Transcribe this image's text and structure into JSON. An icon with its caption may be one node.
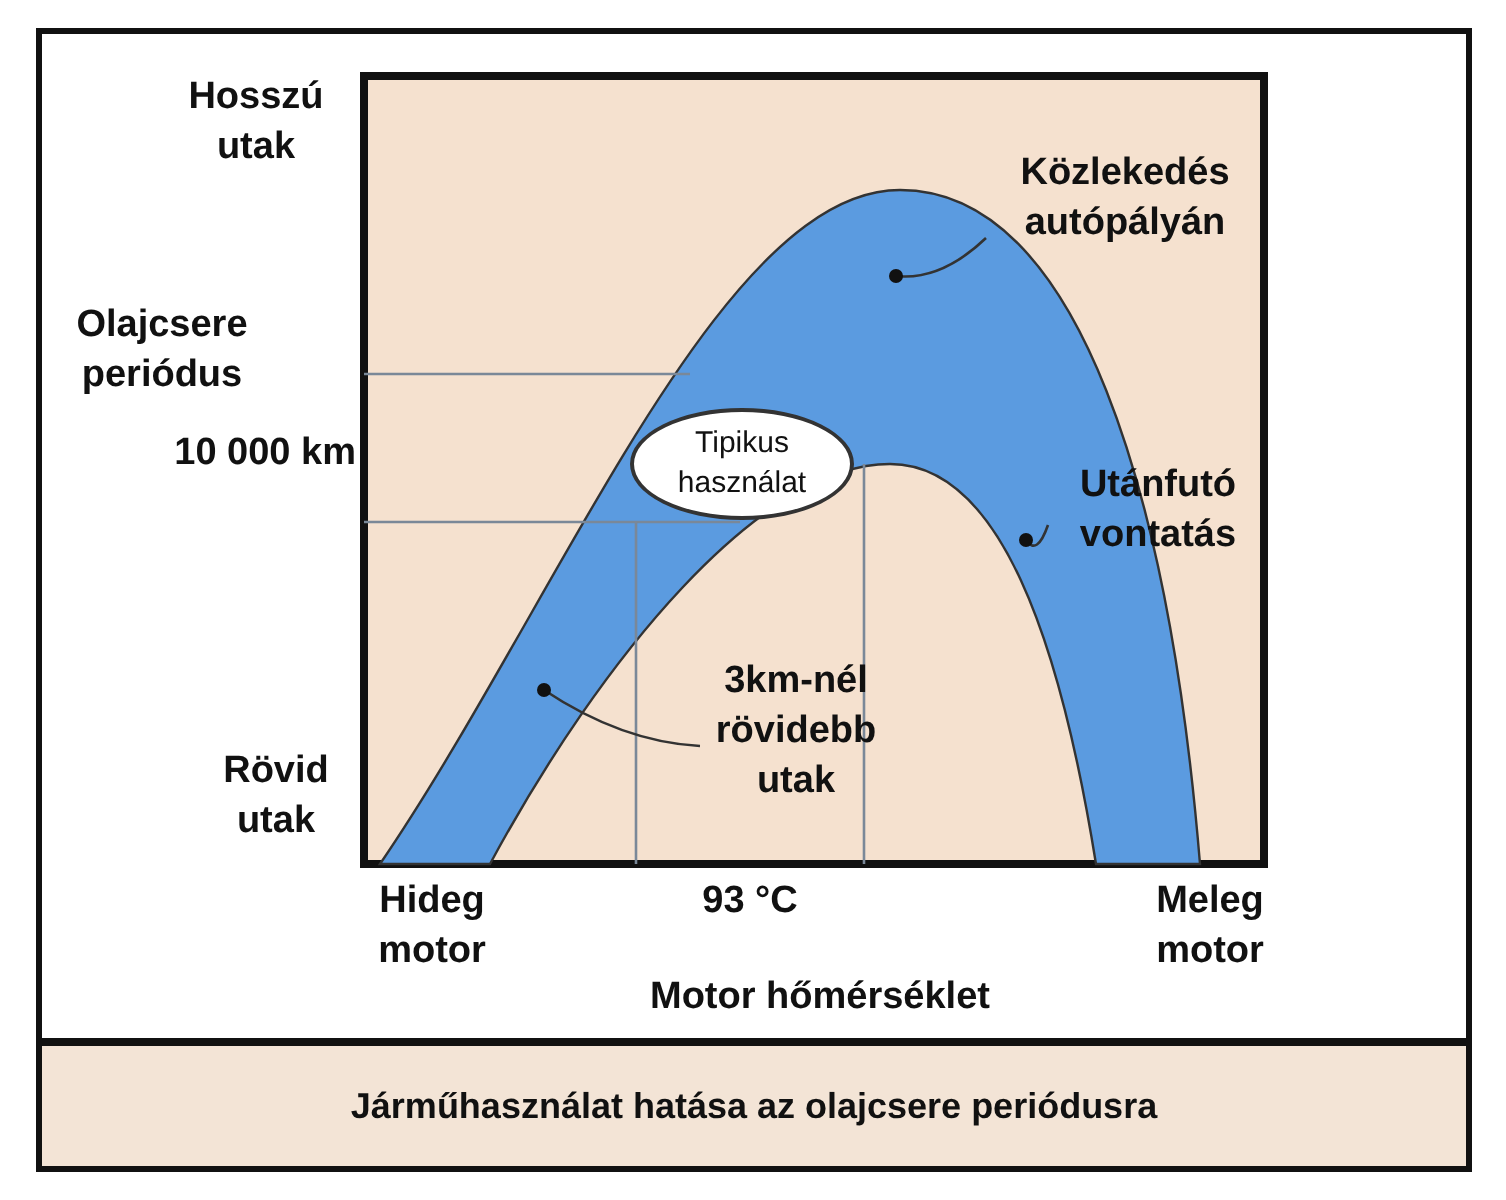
{
  "diagram": {
    "caption": "Járműhasználat hatása az olajcsere periódusra",
    "nodes": [
      {
        "text": [
          "Közlekedés autópályán"
        ]
      },
      {
        "text": [
          "Tipikus használat"
        ]
      },
      {
        "text": [
          "Utánfutó vontatás"
        ]
      },
      {
        "text": [
          "3km-nél rövidebb utak"
        ]
      }
    ],
    "edges": [
      {
        "from": 0,
        "to": null,
        "arrow": "other"
      },
      {
        "from": 2,
        "to": null,
        "arrow": "other"
      },
      {
        "from": 3,
        "to": null,
        "arrow": "other"
      }
    ],
    "labels": [
      "Hosszú utak",
      "Olajcsere periódus",
      "10 000 km",
      "Rövid utak",
      "Hideg motor",
      "93 °C",
      "Meleg motor",
      "Motor hőmérséklet"
    ]
  }
}
